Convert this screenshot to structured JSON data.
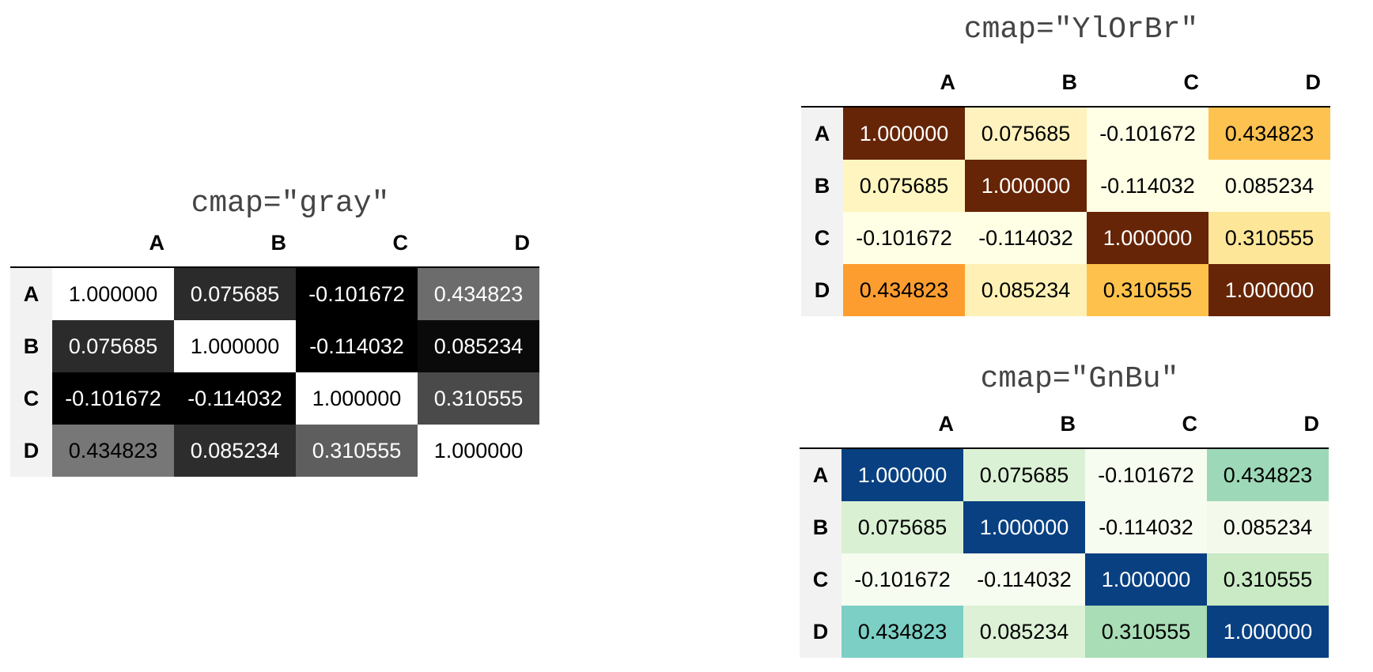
{
  "chart_data": [
    {
      "type": "heatmap",
      "title": "cmap=\"gray\"",
      "columns": [
        "A",
        "B",
        "C",
        "D"
      ],
      "rows": [
        "A",
        "B",
        "C",
        "D"
      ],
      "values": [
        [
          "1.000000",
          "0.075685",
          "-0.101672",
          "0.434823"
        ],
        [
          "0.075685",
          "1.000000",
          "-0.114032",
          "0.085234"
        ],
        [
          "-0.101672",
          "-0.114032",
          "1.000000",
          "0.310555"
        ],
        [
          "0.434823",
          "0.085234",
          "0.310555",
          "1.000000"
        ]
      ],
      "cmap": "gray",
      "cell_colors": [
        [
          "#ffffff",
          "#2b2b2b",
          "#000000",
          "#6c6c6c"
        ],
        [
          "#2b2b2b",
          "#ffffff",
          "#000000",
          "#0a0a0a"
        ],
        [
          "#000000",
          "#000000",
          "#ffffff",
          "#4a4a4a"
        ],
        [
          "#777777",
          "#2d2d2d",
          "#5e5e5e",
          "#ffffff"
        ]
      ],
      "text_colors": [
        [
          "#000000",
          "#ffffff",
          "#ffffff",
          "#ffffff"
        ],
        [
          "#ffffff",
          "#000000",
          "#ffffff",
          "#ffffff"
        ],
        [
          "#ffffff",
          "#ffffff",
          "#000000",
          "#ffffff"
        ],
        [
          "#000000",
          "#ffffff",
          "#ffffff",
          "#000000"
        ]
      ]
    },
    {
      "type": "heatmap",
      "title": "cmap=\"YlOrBr\"",
      "columns": [
        "A",
        "B",
        "C",
        "D"
      ],
      "rows": [
        "A",
        "B",
        "C",
        "D"
      ],
      "values": [
        [
          "1.000000",
          "0.075685",
          "-0.101672",
          "0.434823"
        ],
        [
          "0.075685",
          "1.000000",
          "-0.114032",
          "0.085234"
        ],
        [
          "-0.101672",
          "-0.114032",
          "1.000000",
          "0.310555"
        ],
        [
          "0.434823",
          "0.085234",
          "0.310555",
          "1.000000"
        ]
      ],
      "cmap": "YlOrBr",
      "cell_colors": [
        [
          "#662506",
          "#fff2be",
          "#ffffe5",
          "#fec250"
        ],
        [
          "#fff5c0",
          "#662506",
          "#ffffe5",
          "#ffffe5"
        ],
        [
          "#ffffe5",
          "#ffffe5",
          "#662506",
          "#fee699"
        ],
        [
          "#fe9d2f",
          "#fff1b6",
          "#fec24c",
          "#662506"
        ]
      ],
      "text_colors": [
        [
          "#ffffff",
          "#000000",
          "#000000",
          "#000000"
        ],
        [
          "#000000",
          "#ffffff",
          "#000000",
          "#000000"
        ],
        [
          "#000000",
          "#000000",
          "#ffffff",
          "#000000"
        ],
        [
          "#000000",
          "#000000",
          "#000000",
          "#ffffff"
        ]
      ]
    },
    {
      "type": "heatmap",
      "title": "cmap=\"GnBu\"",
      "columns": [
        "A",
        "B",
        "C",
        "D"
      ],
      "rows": [
        "A",
        "B",
        "C",
        "D"
      ],
      "values": [
        [
          "1.000000",
          "0.075685",
          "-0.101672",
          "0.434823"
        ],
        [
          "0.075685",
          "1.000000",
          "-0.114032",
          "0.085234"
        ],
        [
          "-0.101672",
          "-0.114032",
          "1.000000",
          "0.310555"
        ],
        [
          "0.434823",
          "0.085234",
          "0.310555",
          "1.000000"
        ]
      ],
      "cmap": "GnBu",
      "cell_colors": [
        [
          "#084081",
          "#dbf1d5",
          "#f7fcf0",
          "#9dd9b8"
        ],
        [
          "#d9f0d3",
          "#084081",
          "#f7fcf0",
          "#f3faec"
        ],
        [
          "#f7fcf0",
          "#f7fcf0",
          "#084081",
          "#c9eac4"
        ],
        [
          "#7ccfc4",
          "#dcf1d6",
          "#a8ddb5",
          "#084081"
        ]
      ],
      "text_colors": [
        [
          "#ffffff",
          "#000000",
          "#000000",
          "#000000"
        ],
        [
          "#000000",
          "#ffffff",
          "#000000",
          "#000000"
        ],
        [
          "#000000",
          "#000000",
          "#ffffff",
          "#000000"
        ],
        [
          "#000000",
          "#000000",
          "#000000",
          "#ffffff"
        ]
      ]
    }
  ]
}
